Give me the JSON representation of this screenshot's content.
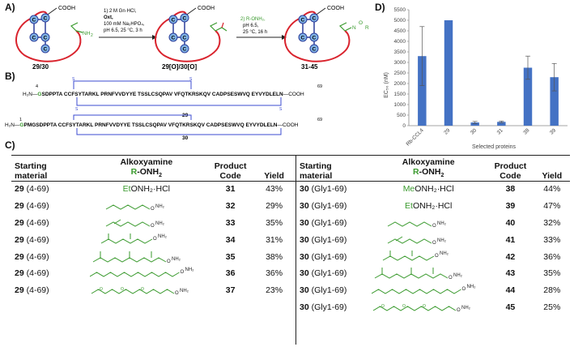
{
  "panels": {
    "a": "A)",
    "b": "B)",
    "c": "C)",
    "d": "D)"
  },
  "scheme": {
    "cooh": "COOH",
    "residue": "C",
    "nh2": "NH",
    "nh2_sub": "2",
    "step1": [
      "1) 2 M Gn·HCl,",
      "Oxt,",
      "100 mM Na₂HPO₄,",
      "pH 6.5, 25 °C, 3 h"
    ],
    "step2_reagent": "2) R-ONH₂,",
    "step2": [
      "pH 6.5,",
      "25 °C, 16 h"
    ],
    "oxime_o": "O",
    "oxime_n": "N",
    "oxime_r": "R",
    "labels": [
      "29/30",
      "29[O]/30[O]",
      "31-45"
    ]
  },
  "sequences": {
    "seq29": {
      "prefix": "H₂N—",
      "start_num": "4",
      "first": "G",
      "text": "SDPPTA CCFSYTARKL PRNFVVDYYE TSSLCSQPAV VFQTKRSKQV CADPSESWVQ EYVYDLELN",
      "end_num": "69",
      "suffix": "—COOH",
      "label": "29",
      "s": "S"
    },
    "seq30": {
      "prefix": "H₂N—",
      "start_num": "1",
      "first": "G",
      "text": "PMGSDPPTA CCFSYTARKL PRNFVVDYYE TSSLCSQPAV VFQTKRSKQV CADPSESWVQ EYVYDLELN",
      "end_num": "69",
      "suffix": "—COOH",
      "label": "30",
      "s": "S"
    }
  },
  "table": {
    "headers": {
      "starting": [
        "Starting",
        "material"
      ],
      "alkoxy": [
        "Alkoxyamine",
        "R",
        "-ONH",
        "2"
      ],
      "code": [
        "Product",
        "Code"
      ],
      "yield": "Yield"
    },
    "left": [
      {
        "sm": "29",
        "range": "(4-69)",
        "reagent_prefix": "Et",
        "reagent_suffix": "ONH₂·HCl",
        "code": "31",
        "yield": "43%"
      },
      {
        "sm": "29",
        "range": "(4-69)",
        "reagent": "hexyl-ONH2",
        "code": "32",
        "yield": "29%"
      },
      {
        "sm": "29",
        "range": "(4-69)",
        "reagent": "hexenyl-ONH2",
        "code": "33",
        "yield": "35%"
      },
      {
        "sm": "29",
        "range": "(4-69)",
        "reagent": "geranyl-ONH2",
        "code": "34",
        "yield": "31%"
      },
      {
        "sm": "29",
        "range": "(4-69)",
        "reagent": "farnesyl-ONH2",
        "code": "35",
        "yield": "38%"
      },
      {
        "sm": "29",
        "range": "(4-69)",
        "reagent": "dodecyl-ONH2",
        "code": "36",
        "yield": "36%"
      },
      {
        "sm": "29",
        "range": "(4-69)",
        "reagent": "peg-ONH2",
        "code": "37",
        "yield": "23%"
      }
    ],
    "right": [
      {
        "sm": "30",
        "range": "(Gly1-69)",
        "reagent_prefix": "Me",
        "reagent_suffix": "ONH₂·HCl",
        "code": "38",
        "yield": "44%"
      },
      {
        "sm": "30",
        "range": "(Gly1-69)",
        "reagent_prefix": "Et",
        "reagent_suffix": "ONH₂·HCl",
        "code": "39",
        "yield": "47%"
      },
      {
        "sm": "30",
        "range": "(Gly1-69)",
        "reagent": "hexyl-ONH2",
        "code": "40",
        "yield": "32%"
      },
      {
        "sm": "30",
        "range": "(Gly1-69)",
        "reagent": "hexenyl-ONH2",
        "code": "41",
        "yield": "33%"
      },
      {
        "sm": "30",
        "range": "(Gly1-69)",
        "reagent": "geranyl-ONH2",
        "code": "42",
        "yield": "36%"
      },
      {
        "sm": "30",
        "range": "(Gly1-69)",
        "reagent": "farnesyl-ONH2",
        "code": "43",
        "yield": "35%"
      },
      {
        "sm": "30",
        "range": "(Gly1-69)",
        "reagent": "dodecyl-ONH2",
        "code": "44",
        "yield": "28%"
      },
      {
        "sm": "30",
        "range": "(Gly1-69)",
        "reagent": "peg-ONH2",
        "code": "45",
        "yield": "25%"
      }
    ],
    "nh2_label": "NH₂",
    "o_label": "O"
  },
  "chart_data": {
    "type": "bar",
    "categories": [
      "Rb-CCL4",
      "29",
      "30",
      "31",
      "38",
      "39"
    ],
    "values": [
      3300,
      5000,
      150,
      180,
      2750,
      2300
    ],
    "errors": [
      1400,
      0,
      50,
      40,
      550,
      650
    ],
    "xlabel": "Selected proteins",
    "ylabel": "EC₅₀ (nM)",
    "ylim": [
      0,
      5500
    ],
    "yticks": [
      0,
      500,
      1000,
      1500,
      2000,
      2500,
      3000,
      3500,
      4000,
      4500,
      5000,
      5500
    ],
    "bar_color": "#4472c4",
    "grid": false
  },
  "colors": {
    "protein": "#d9232d",
    "residue_fill": "#7fb2e5",
    "green": "#3a9a2e",
    "bond": "#2c3e9a"
  }
}
